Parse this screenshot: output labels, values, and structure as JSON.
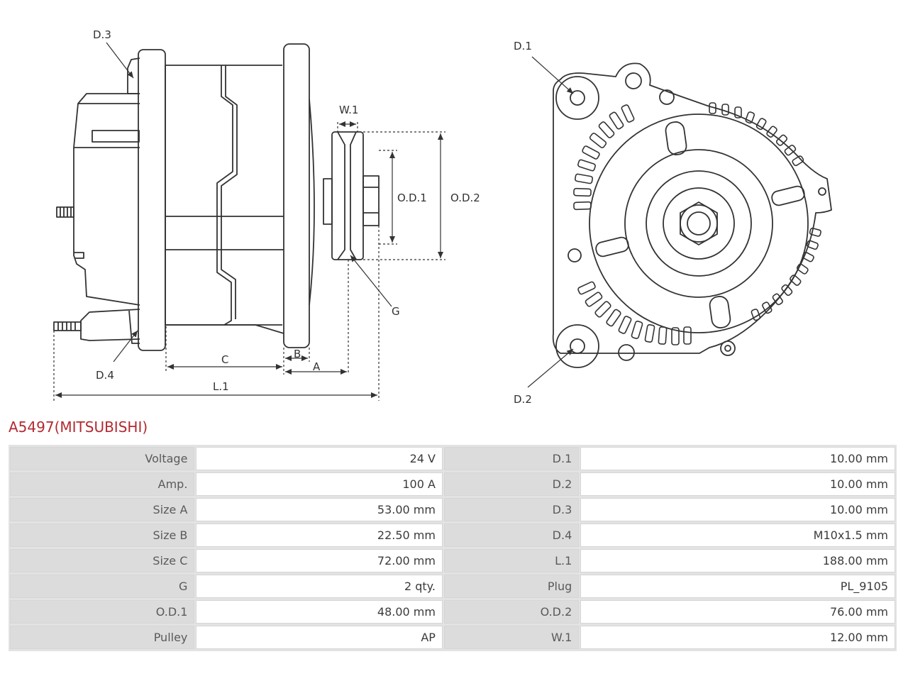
{
  "diagram": {
    "labels": {
      "d1": "D.1",
      "d2": "D.2",
      "d3": "D.3",
      "d4": "D.4",
      "w1": "W.1",
      "od1": "O.D.1",
      "od2": "O.D.2",
      "g": "G",
      "a": "A",
      "b": "B",
      "c": "C",
      "l1": "L.1"
    }
  },
  "product": {
    "title": "A5497(MITSUBISHI)"
  },
  "specs": {
    "rows": [
      {
        "label_left": "Voltage",
        "value_left": "24 V",
        "label_right": "D.1",
        "value_right": "10.00 mm"
      },
      {
        "label_left": "Amp.",
        "value_left": "100 A",
        "label_right": "D.2",
        "value_right": "10.00 mm"
      },
      {
        "label_left": "Size A",
        "value_left": "53.00 mm",
        "label_right": "D.3",
        "value_right": "10.00 mm"
      },
      {
        "label_left": "Size B",
        "value_left": "22.50 mm",
        "label_right": "D.4",
        "value_right": "M10x1.5 mm"
      },
      {
        "label_left": "Size C",
        "value_left": "72.00 mm",
        "label_right": "L.1",
        "value_right": "188.00 mm"
      },
      {
        "label_left": "G",
        "value_left": "2 qty.",
        "label_right": "Plug",
        "value_right": "PL_9105"
      },
      {
        "label_left": "O.D.1",
        "value_left": "48.00 mm",
        "label_right": "O.D.2",
        "value_right": "76.00 mm"
      },
      {
        "label_left": "Pulley",
        "value_left": "AP",
        "label_right": "W.1",
        "value_right": "12.00 mm"
      }
    ]
  },
  "colors": {
    "title": "#b22a30",
    "label_cell": "#dcdcdc",
    "value_cell": "#ffffff",
    "line": "#333333"
  }
}
